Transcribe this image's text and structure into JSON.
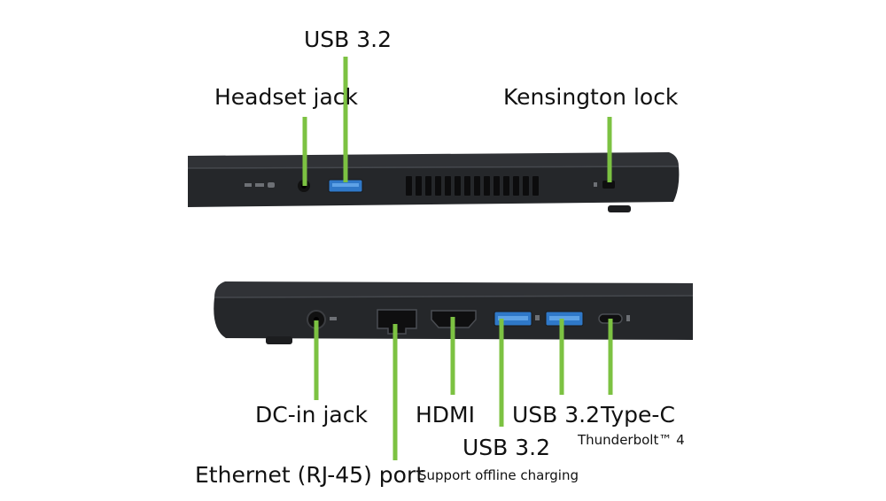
{
  "colors": {
    "leader": "#7cc242",
    "chassis": "#2b2d30",
    "chassis_dark": "#1a1b1d",
    "usb_blue": "#2f78c8",
    "text": "#111111"
  },
  "labels": {
    "usb_top": "USB 3.2",
    "headset_jack": "Headset jack",
    "kensington_lock": "Kensington lock",
    "dc_in_jack": "DC-in jack",
    "ethernet_port": "Ethernet (RJ-45) port",
    "hdmi": "HDMI",
    "usb_bottom_left": "USB 3.2",
    "usb_bottom_left_note": "Support offline charging",
    "usb_bottom_right": "USB 3.2",
    "type_c": "Type-C",
    "type_c_note": "Thunderbolt™ 4"
  }
}
